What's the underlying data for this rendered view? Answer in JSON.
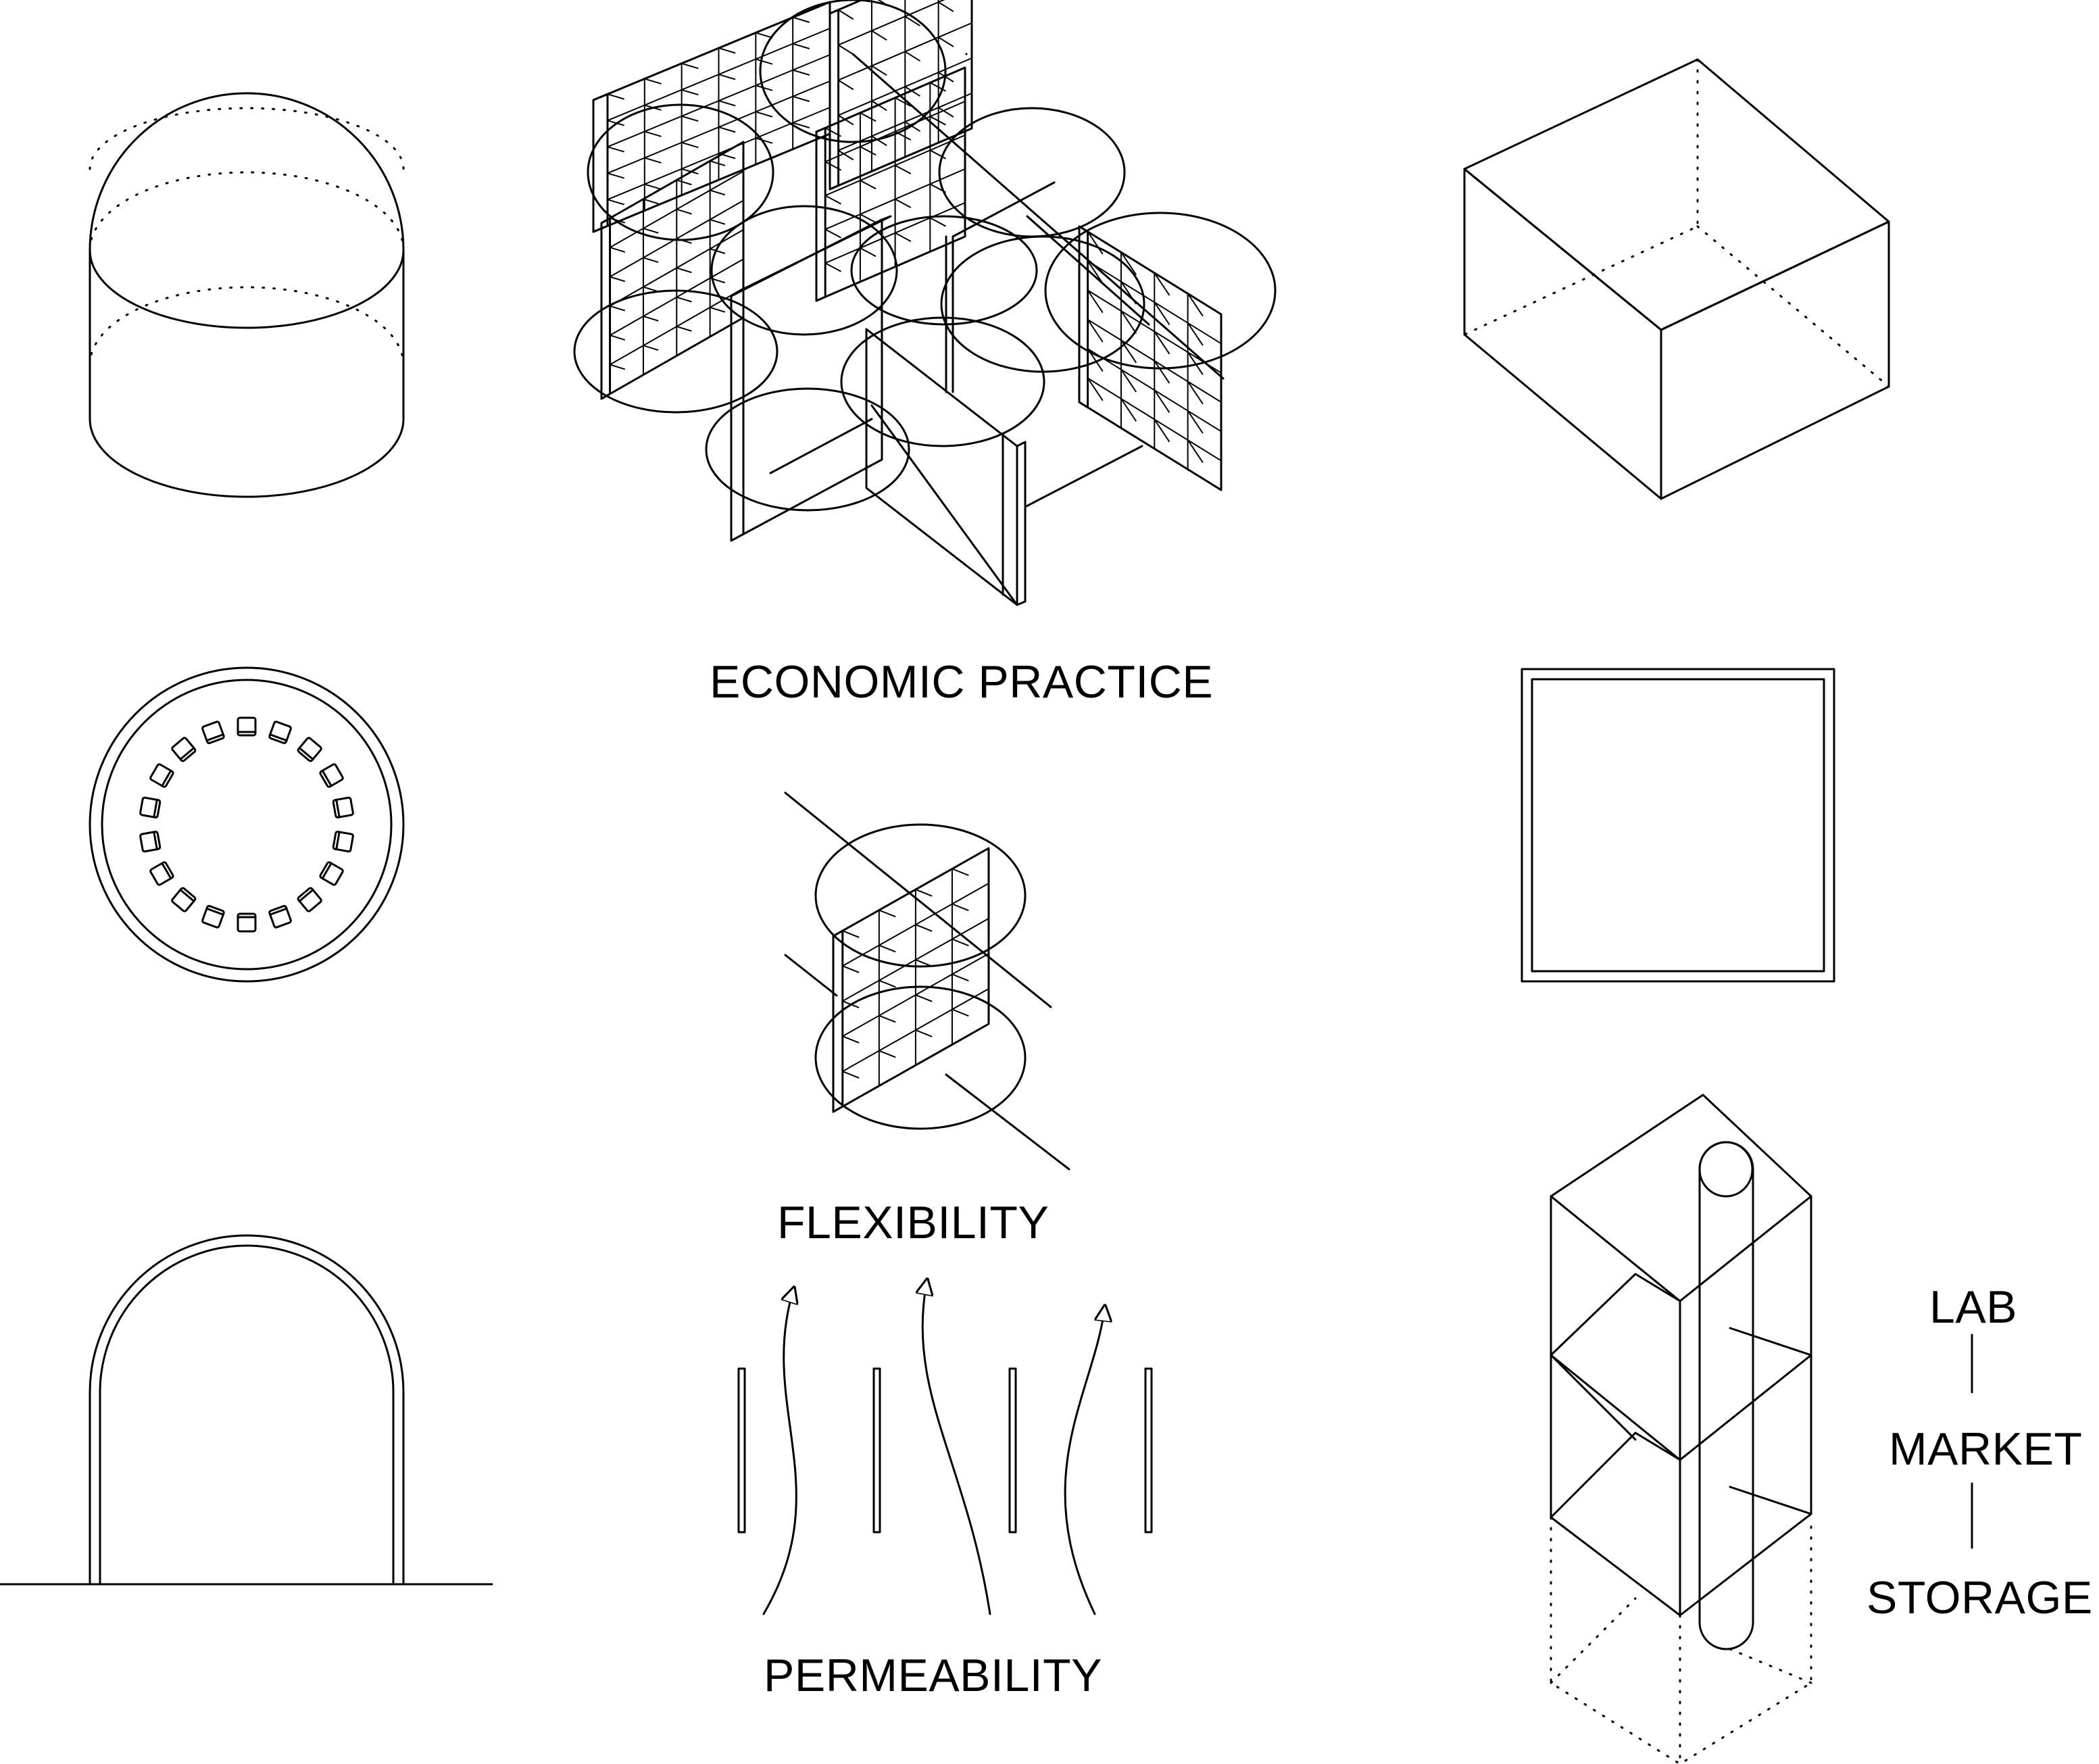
{
  "labels": {
    "economic_practice": "ECONOMIC PRACTICE",
    "flexibility": "FLEXIBILITY",
    "permeability": "PERMEABILITY",
    "lab": "LAB",
    "market": "MARKET",
    "storage": "STORAGE"
  },
  "colors": {
    "ink": "#000000",
    "paper": "#ffffff"
  }
}
